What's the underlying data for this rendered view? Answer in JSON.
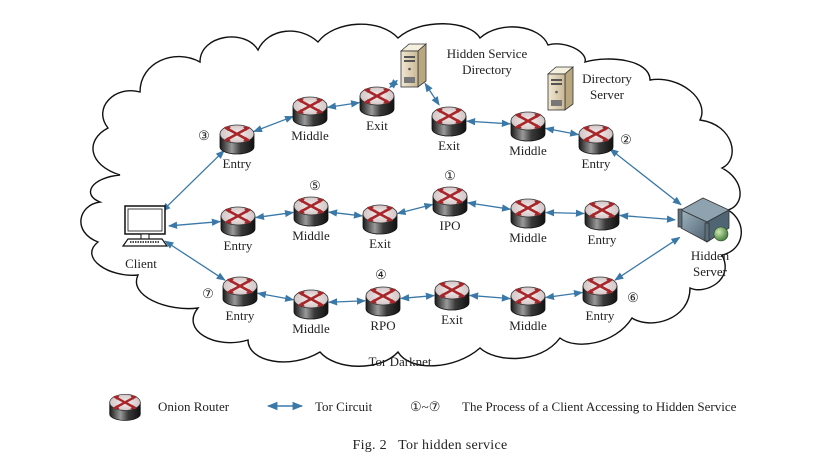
{
  "figure": {
    "caption": "Fig. 2   Tor hidden service",
    "network_label": "Tor Darknet",
    "colors": {
      "link": "#3a78a8",
      "router_arrow": "#a8262a",
      "router_top": "#e9dede",
      "router_body": "#2a2a2a",
      "cloud_stroke": "#111111",
      "server_beige": "#e8dcc0",
      "hidden_server": "#6f8593"
    }
  },
  "nodes": {
    "client": {
      "label": "Client",
      "type": "computer"
    },
    "hsdir": {
      "label": "Hidden Service Directory",
      "label_lines": [
        "Hidden Service",
        "Directory"
      ],
      "type": "server"
    },
    "dirserver": {
      "label": "Directory Server",
      "label_lines": [
        "Directory",
        "Server"
      ],
      "type": "server"
    },
    "hidden": {
      "label": "Hidden Server",
      "label_lines": [
        "Hidden",
        "Server"
      ],
      "type": "hidden-server"
    },
    "t_entry": {
      "label": "Entry",
      "type": "router",
      "step": "③"
    },
    "t_middle": {
      "label": "Middle",
      "type": "router"
    },
    "t_exit": {
      "label": "Exit",
      "type": "router"
    },
    "t2_exit": {
      "label": "Exit",
      "type": "router"
    },
    "t2_middle": {
      "label": "Middle",
      "type": "router"
    },
    "t2_entry": {
      "label": "Entry",
      "type": "router",
      "step": "②"
    },
    "m_entry": {
      "label": "Entry",
      "type": "router"
    },
    "m_middle": {
      "label": "Middle",
      "type": "router",
      "step": "⑤"
    },
    "m_exit": {
      "label": "Exit",
      "type": "router"
    },
    "m_ipo": {
      "label": "IPO",
      "type": "router",
      "step": "①"
    },
    "m2_middle": {
      "label": "Middle",
      "type": "router"
    },
    "m2_entry": {
      "label": "Entry",
      "type": "router"
    },
    "b_entry": {
      "label": "Entry",
      "type": "router",
      "step": "⑦"
    },
    "b_middle": {
      "label": "Middle",
      "type": "router"
    },
    "b_rpo": {
      "label": "RPO",
      "type": "router",
      "step": "④"
    },
    "b_exit": {
      "label": "Exit",
      "type": "router"
    },
    "b2_middle": {
      "label": "Middle",
      "type": "router"
    },
    "b2_entry": {
      "label": "Entry",
      "type": "router",
      "step": "⑥"
    }
  },
  "edges": [
    [
      "client",
      "t_entry"
    ],
    [
      "t_entry",
      "t_middle"
    ],
    [
      "t_middle",
      "t_exit"
    ],
    [
      "t_exit",
      "hsdir"
    ],
    [
      "hsdir",
      "t2_exit"
    ],
    [
      "t2_exit",
      "t2_middle"
    ],
    [
      "t2_middle",
      "t2_entry"
    ],
    [
      "t2_entry",
      "hidden"
    ],
    [
      "client",
      "m_entry"
    ],
    [
      "m_entry",
      "m_middle"
    ],
    [
      "m_middle",
      "m_exit"
    ],
    [
      "m_exit",
      "m_ipo"
    ],
    [
      "m_ipo",
      "m2_middle"
    ],
    [
      "m2_middle",
      "m2_entry"
    ],
    [
      "m2_entry",
      "hidden"
    ],
    [
      "client",
      "b_entry"
    ],
    [
      "b_entry",
      "b_middle"
    ],
    [
      "b_middle",
      "b_rpo"
    ],
    [
      "b_rpo",
      "b_exit"
    ],
    [
      "b_exit",
      "b2_middle"
    ],
    [
      "b2_middle",
      "b2_entry"
    ],
    [
      "b2_entry",
      "hidden"
    ]
  ],
  "legend": {
    "router_label": "Onion Router",
    "circuit_label": "Tor Circuit",
    "steps_symbol": "①~⑦",
    "steps_label": "The Process of a Client Accessing to Hidden Service"
  }
}
